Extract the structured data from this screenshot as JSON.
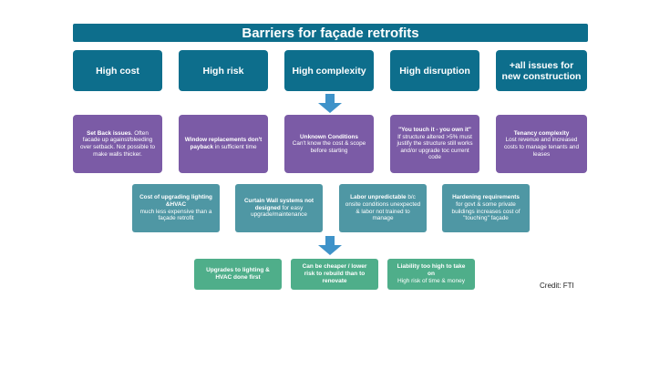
{
  "title": "Barriers for façade retrofits",
  "categories": [
    "High cost",
    "High risk",
    "High complexity",
    "High disruption",
    "+all issues for new construction"
  ],
  "barriers_row1": [
    {
      "bold": "Set Back issues",
      "text": ". Often facade up against/bleeding over setback. Not possible to make walls thicker."
    },
    {
      "bold": "Window replacements don't payback",
      "text": " in sufficient time"
    },
    {
      "bold": "Unknown Conditions",
      "text": "Can't know the cost & scope before starting"
    },
    {
      "bold": "\"You touch it - you own it\"",
      "text": "If structure altered >5% must justify the structure still works and/or upgrade toc current code"
    },
    {
      "bold": "Tenancy complexity",
      "text": "Lost revenue and increased costs to manage tenants and leases"
    }
  ],
  "barriers_row2": [
    {
      "bold": "Cost of upgrading lighting &HVAC",
      "text": "much less expensive than a façade retrofit"
    },
    {
      "bold": "Curtain Wall systems not designed",
      "text": " for easy upgrade/maintenance"
    },
    {
      "bold": "Labor unpredictable",
      "text": " b/c onsite conditions unexpected & labor not trained to manage"
    },
    {
      "bold": "Hardening requirements",
      "text": "for govt & some private buildings increases cost of \"touching\" façade"
    }
  ],
  "outcomes": [
    {
      "bold": "Upgrades to lighting & HVAC done first",
      "text": ""
    },
    {
      "bold": "Can be cheaper / lower risk to rebuild than to renovate",
      "text": ""
    },
    {
      "bold": "Liability too high to take on",
      "text": "High risk of time & money"
    }
  ],
  "credit": "Credit: FTI",
  "colors": {
    "category": "#0d6e8c",
    "row1": "#7b5ba6",
    "row2": "#4f97a4",
    "outcome": "#4fae8a",
    "arrow": "#3f93c9"
  },
  "icons": [
    "arrow-down-icon",
    "arrow-down-icon"
  ]
}
